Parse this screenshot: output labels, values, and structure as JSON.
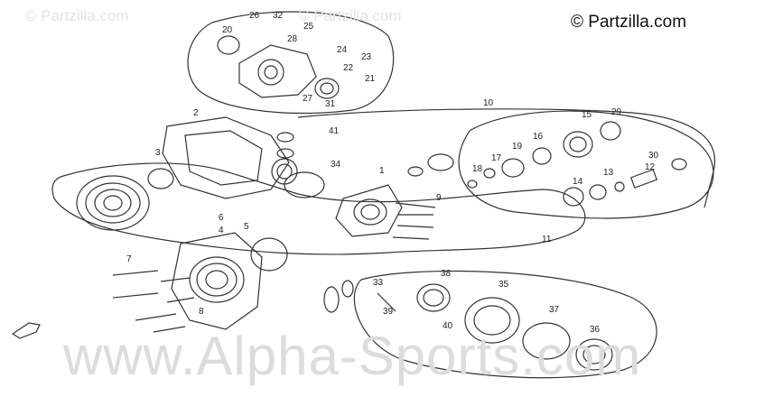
{
  "copyright": "© Partzilla.com",
  "watermark_top": [
    "© Partzilla.com",
    "© Partzilla.com"
  ],
  "watermark_bottom": "www.Alpha-Sports.com",
  "callouts": [
    {
      "n": "1"
    },
    {
      "n": "2"
    },
    {
      "n": "3"
    },
    {
      "n": "4"
    },
    {
      "n": "5"
    },
    {
      "n": "6"
    },
    {
      "n": "7"
    },
    {
      "n": "8"
    },
    {
      "n": "9"
    },
    {
      "n": "10"
    },
    {
      "n": "11"
    },
    {
      "n": "12"
    },
    {
      "n": "13"
    },
    {
      "n": "14"
    },
    {
      "n": "15"
    },
    {
      "n": "16"
    },
    {
      "n": "17"
    },
    {
      "n": "18"
    },
    {
      "n": "19"
    },
    {
      "n": "20"
    },
    {
      "n": "21"
    },
    {
      "n": "22"
    },
    {
      "n": "23"
    },
    {
      "n": "24"
    },
    {
      "n": "25"
    },
    {
      "n": "26"
    },
    {
      "n": "27"
    },
    {
      "n": "28"
    },
    {
      "n": "29"
    },
    {
      "n": "30"
    },
    {
      "n": "31"
    },
    {
      "n": "32"
    },
    {
      "n": "33"
    },
    {
      "n": "34"
    },
    {
      "n": "35"
    },
    {
      "n": "36"
    },
    {
      "n": "37"
    },
    {
      "n": "38"
    },
    {
      "n": "39"
    },
    {
      "n": "40"
    },
    {
      "n": "41"
    }
  ]
}
